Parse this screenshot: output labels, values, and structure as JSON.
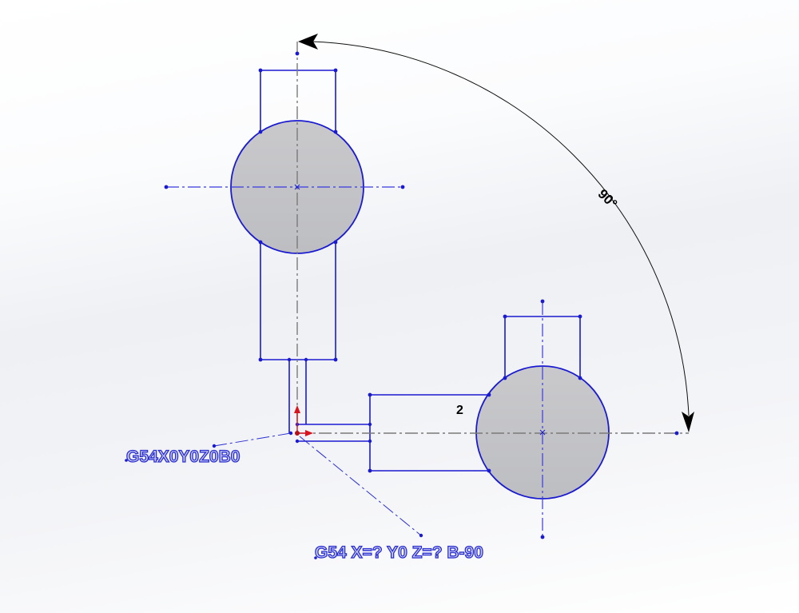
{
  "viewport": {
    "background_top": "#ffffff",
    "background_mid": "#eef0f4"
  },
  "colors": {
    "sketch_line": "#1a1ad0",
    "centerline": "#7a7a7a",
    "blue_centerline": "#3a3ae0",
    "circle_fill": "#c4c5c8",
    "dimension": "#000000",
    "origin_axis": "#d8141e"
  },
  "annotations": {
    "work_offset_1": "G54X0Y0Z0B0",
    "work_offset_2": "G54 X=? Y0 Z=? B-90"
  },
  "dimensions": {
    "angle": "90°",
    "part_label": "2"
  },
  "icons": {
    "origin": "origin-triad-icon",
    "arrowhead": "dimension-arrow-icon"
  }
}
